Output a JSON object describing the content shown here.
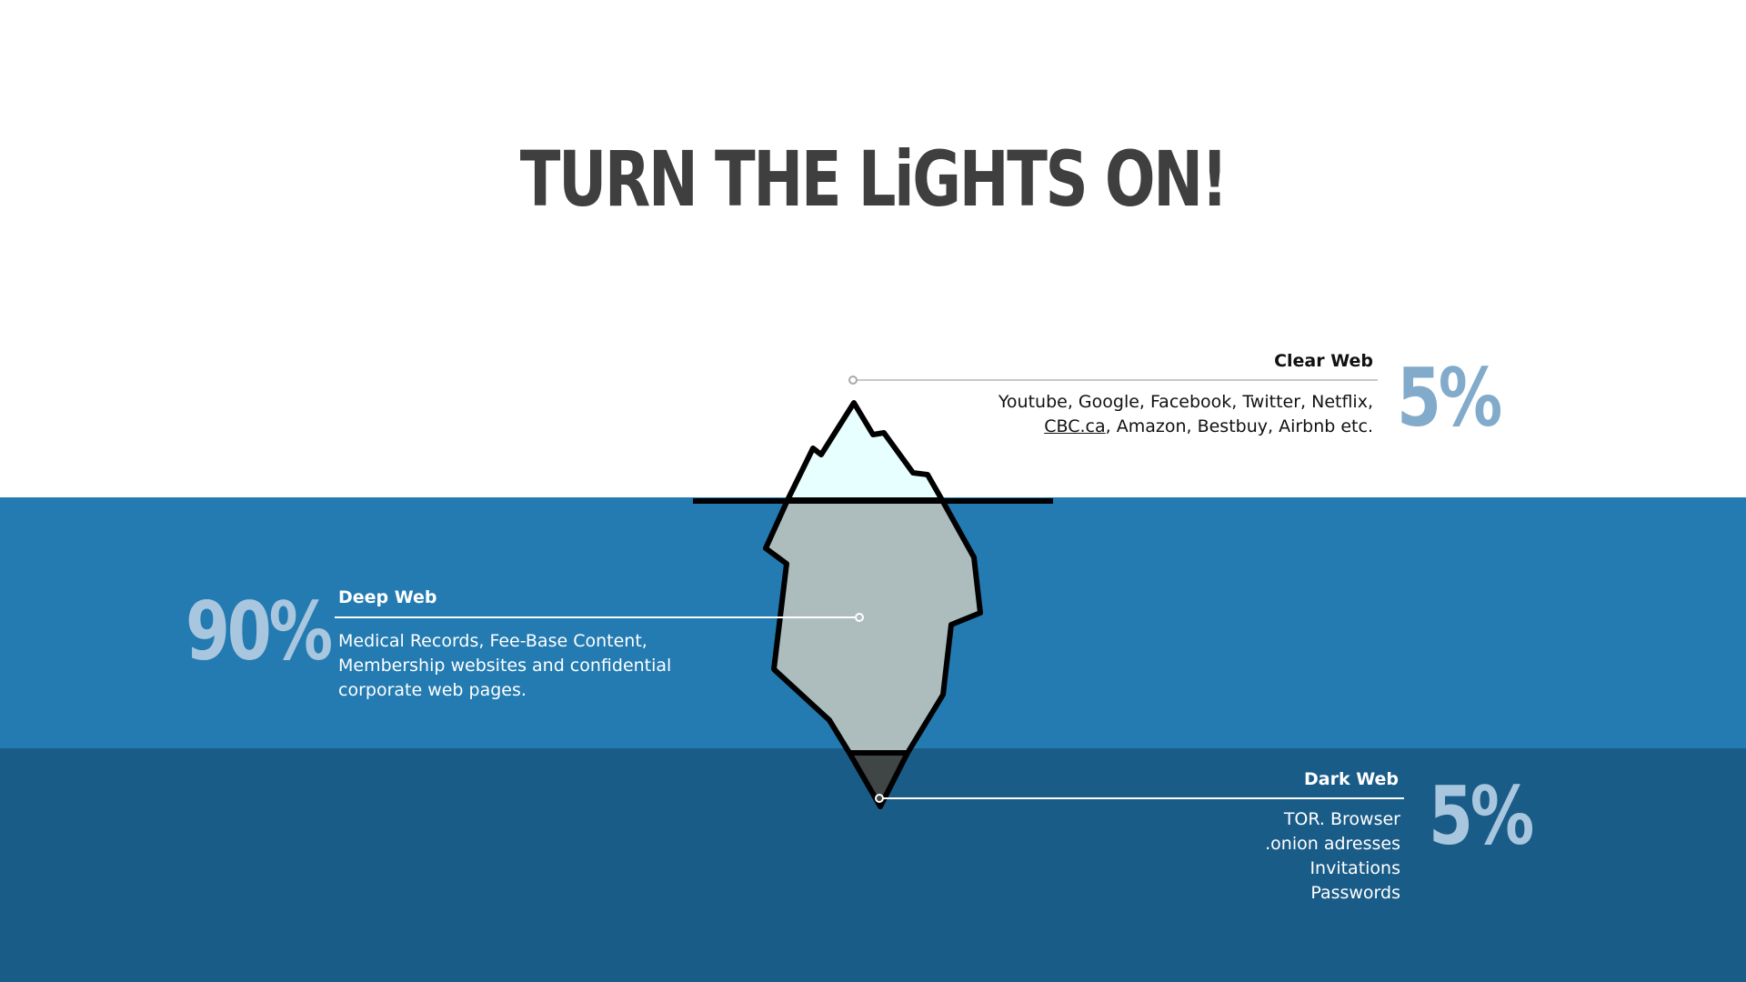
{
  "title": "TURN THE LiGHTS ON!",
  "colors": {
    "sky": "#ffffff",
    "deep_water": "#237bb1",
    "dark_water": "#1a5c88",
    "tip": "#e8ffff",
    "body": "#adbdbd",
    "bottom": "#404646",
    "clear_pct": "#82abcb",
    "deep_pct": "#a9c6df"
  },
  "clear_web": {
    "label": "Clear Web",
    "line1": "Youtube, Google, Facebook, Twitter, Netflix,",
    "link": "CBC.ca",
    "line2_rest": ", Amazon, Bestbuy, Airbnb etc.",
    "percent": "5%"
  },
  "deep_web": {
    "label": "Deep Web",
    "line1": "Medical Records, Fee-Base Content,",
    "line2": "Membership websites and confidential",
    "line3": "corporate web pages.",
    "percent": "90%"
  },
  "dark_web": {
    "label": "Dark Web",
    "line1": "TOR. Browser",
    "line2": ".onion adresses",
    "line3": "Invitations",
    "line4": "Passwords",
    "percent": "5%"
  }
}
